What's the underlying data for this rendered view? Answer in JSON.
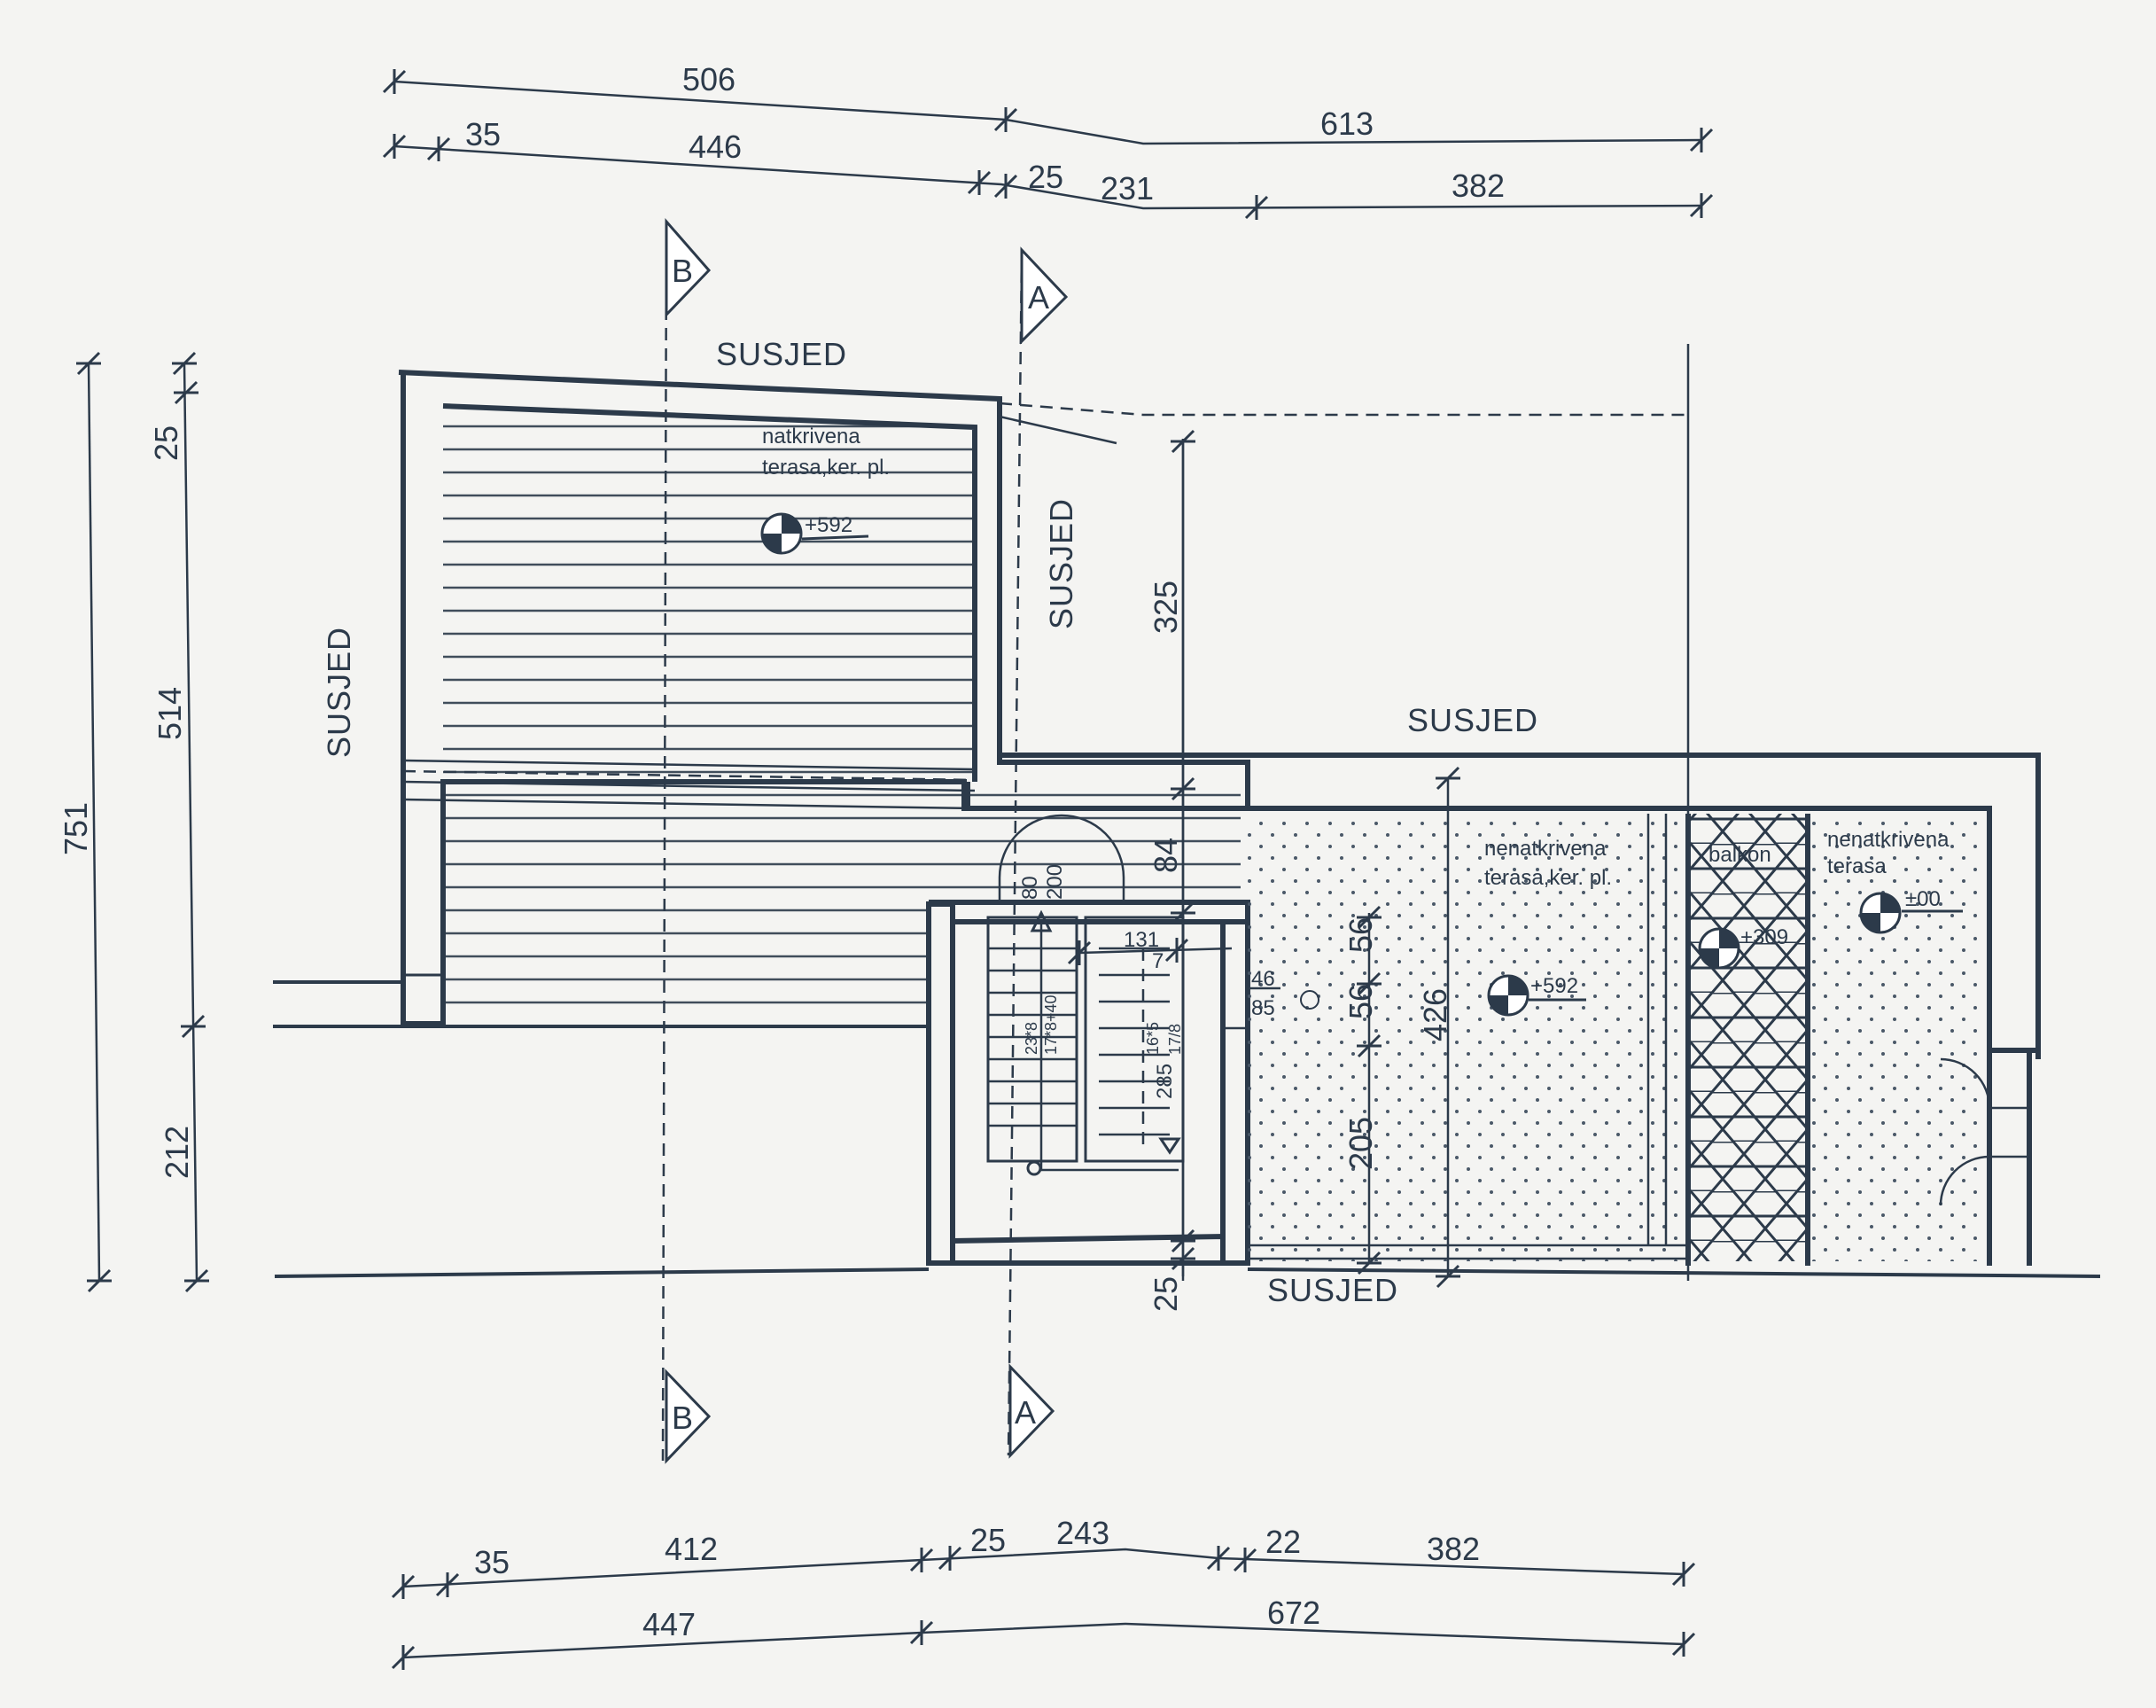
{
  "dimensions": {
    "top_overall": [
      "506",
      "613"
    ],
    "top_detail": [
      "35",
      "446",
      "25",
      "231",
      "382"
    ],
    "bottom_detail": [
      "35",
      "412",
      "25",
      "243",
      "22",
      "382"
    ],
    "bottom_overall": [
      "447",
      "672"
    ],
    "left_overall": "751",
    "left_detail": [
      "25",
      "514",
      "212"
    ],
    "inner": {
      "h325": "325",
      "h84": "84",
      "h25": "25",
      "h56a": "56",
      "h56b": "56",
      "h426": "426",
      "h205": "205",
      "arc80": "80",
      "arc200": "200",
      "stair131": "131",
      "stair7": "7",
      "stair285": "285",
      "stairs_a": "23*8",
      "stairs_b": "17*8+40",
      "stairs_c": "16*5",
      "stairs_d": "17/8",
      "v46": "46",
      "v85": "85"
    }
  },
  "labels": {
    "susjed_top": "SUSJED",
    "susjed_left": "SUSJED",
    "susjed_mid": "SUSJED",
    "susjed_right": "SUSJED",
    "susjed_bottom": "SUSJED",
    "covered_terrace": [
      "natkrivena",
      "terasa,ker. pl."
    ],
    "uncovered_terrace_1": [
      "nenatkrivena",
      "terasa,ker. pl."
    ],
    "balcony": "balkon",
    "uncovered_terrace_2": [
      "nenatkrivena",
      "terasa"
    ]
  },
  "levels": {
    "covered": "+592",
    "uncovered": "+592",
    "balcony": "+309",
    "terrace2": "±00"
  },
  "sections": {
    "b_top": "B",
    "a_top": "A",
    "b_bottom": "B",
    "a_bottom": "A"
  }
}
